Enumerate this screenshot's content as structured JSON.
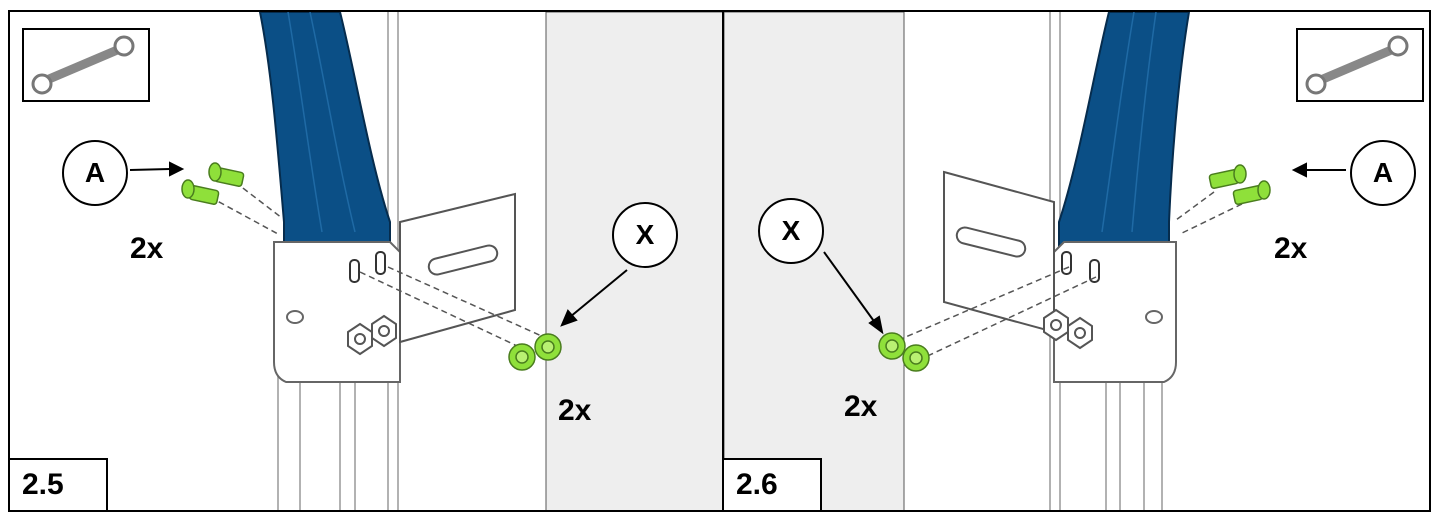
{
  "steps": [
    {
      "number": "2.5",
      "callout_part": "A",
      "callout_hardware": "X",
      "part_qty": "2x",
      "hardware_qty": "2x",
      "tool_icon": "wrench-icon"
    },
    {
      "number": "2.6",
      "callout_part": "A",
      "callout_hardware": "X",
      "part_qty": "2x",
      "hardware_qty": "2x",
      "tool_icon": "wrench-icon"
    }
  ],
  "colors": {
    "frame_blue": "#0b4f86",
    "hardware_green": "#8fe03a",
    "wall_grey": "#eeeeee",
    "outline": "#000000"
  }
}
